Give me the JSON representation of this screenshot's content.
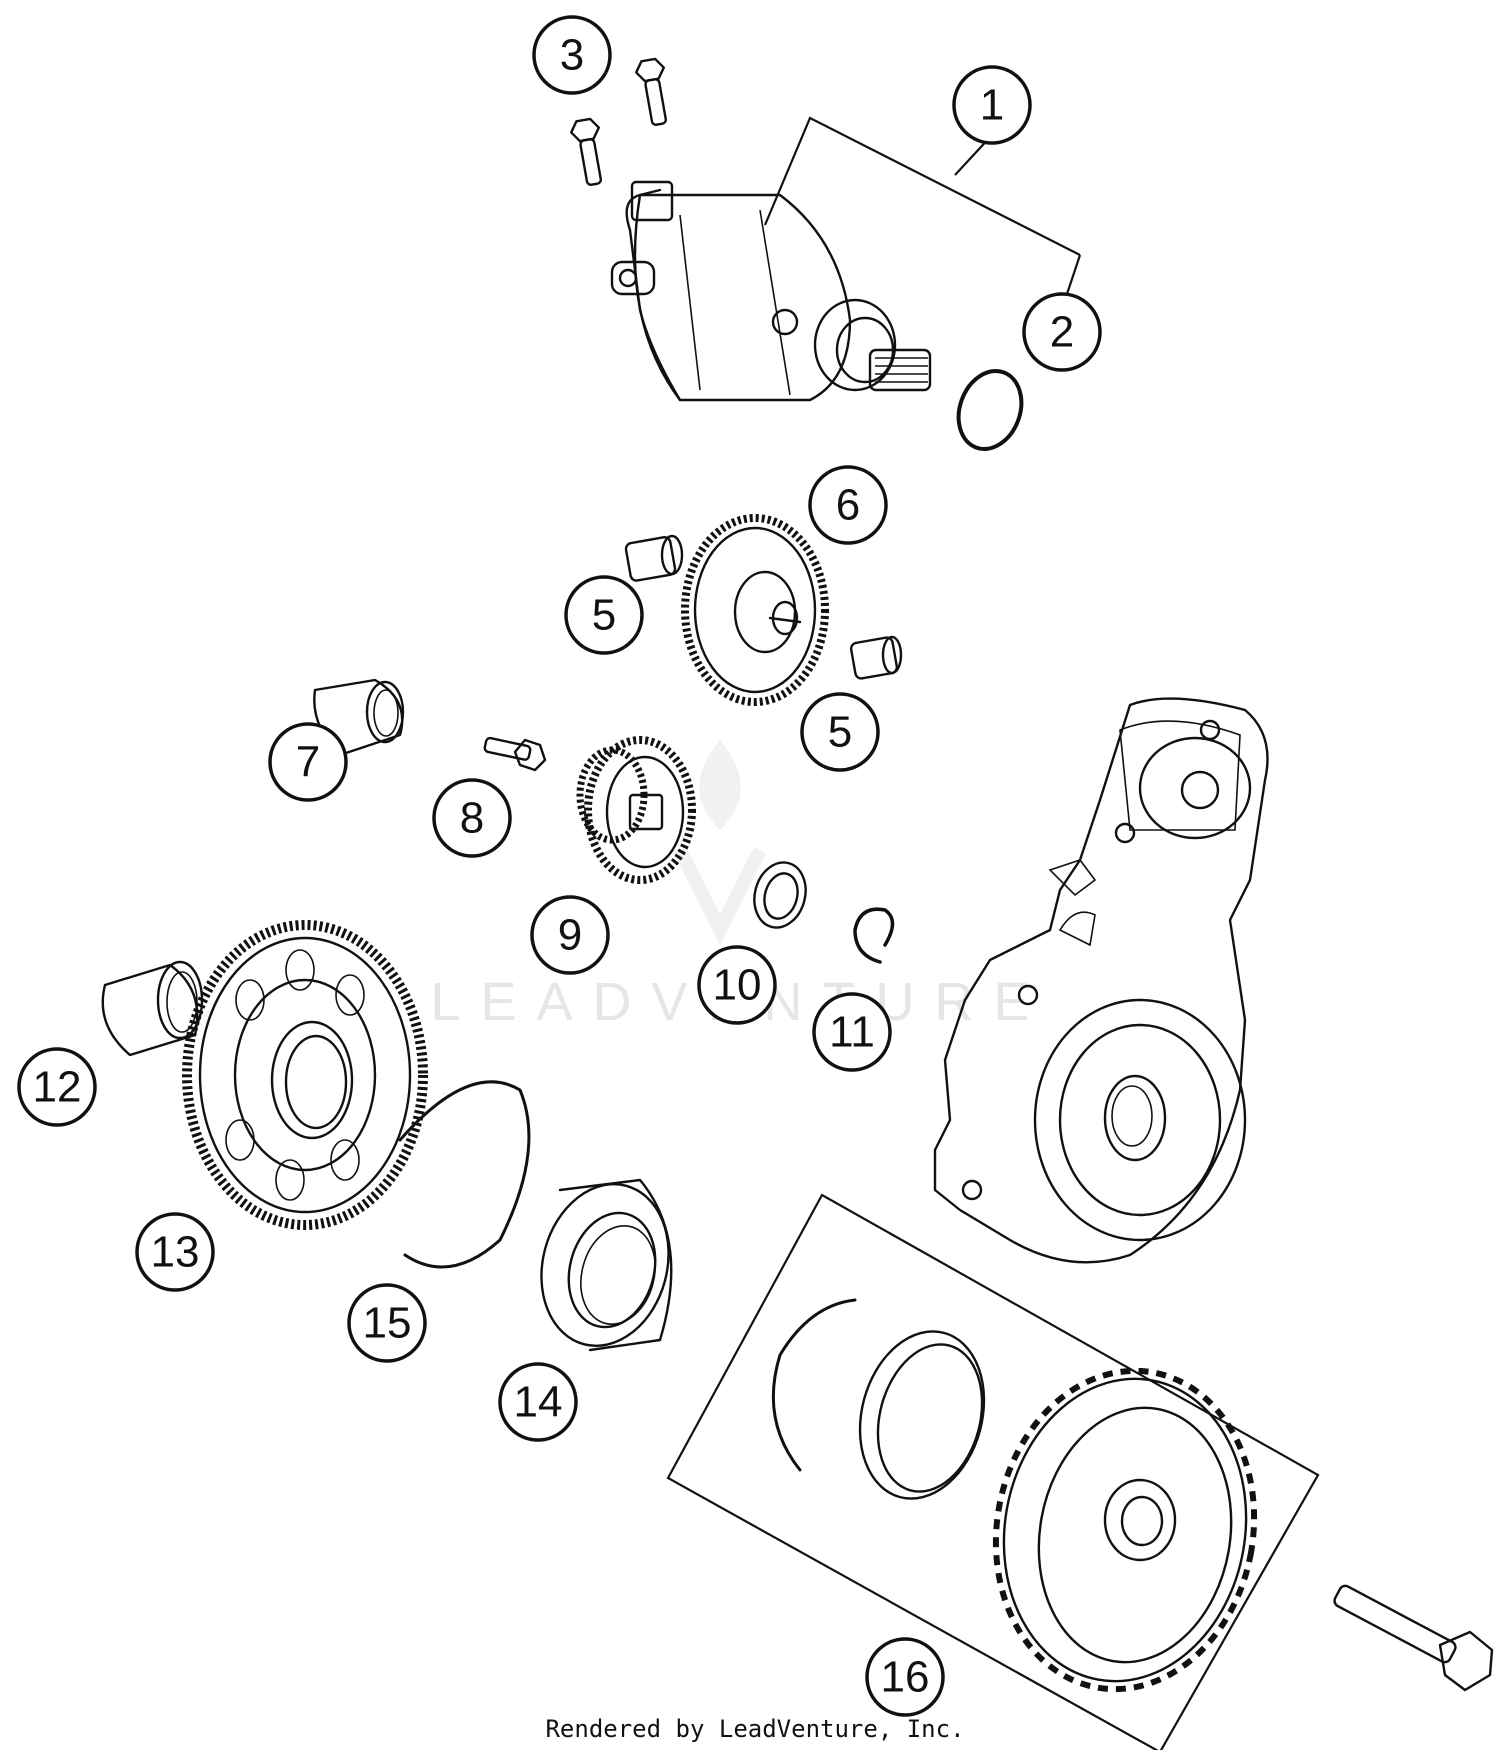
{
  "watermark": "LEADVENTURE",
  "credit": "Rendered by LeadVenture, Inc.",
  "callouts": [
    {
      "id": "1",
      "label": "1"
    },
    {
      "id": "2",
      "label": "2"
    },
    {
      "id": "3",
      "label": "3"
    },
    {
      "id": "5a",
      "label": "5"
    },
    {
      "id": "5b",
      "label": "5"
    },
    {
      "id": "6",
      "label": "6"
    },
    {
      "id": "7",
      "label": "7"
    },
    {
      "id": "8",
      "label": "8"
    },
    {
      "id": "9",
      "label": "9"
    },
    {
      "id": "10",
      "label": "10"
    },
    {
      "id": "11",
      "label": "11"
    },
    {
      "id": "12",
      "label": "12"
    },
    {
      "id": "13",
      "label": "13"
    },
    {
      "id": "14",
      "label": "14"
    },
    {
      "id": "15",
      "label": "15"
    },
    {
      "id": "16",
      "label": "16"
    }
  ]
}
